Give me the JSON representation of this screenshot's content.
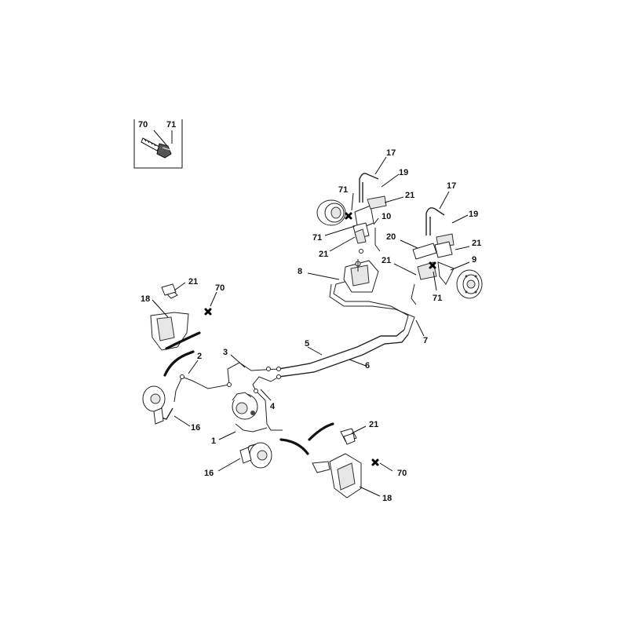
{
  "inset": {
    "labels": [
      "70",
      "71"
    ]
  },
  "callouts": [
    "17",
    "19",
    "71",
    "21",
    "10",
    "71",
    "21",
    "17",
    "19",
    "20",
    "21",
    "21",
    "9",
    "71",
    "8",
    "21",
    "70",
    "18",
    "7",
    "5",
    "6",
    "3",
    "2",
    "4",
    "16",
    "1",
    "21",
    "16",
    "70",
    "18"
  ]
}
